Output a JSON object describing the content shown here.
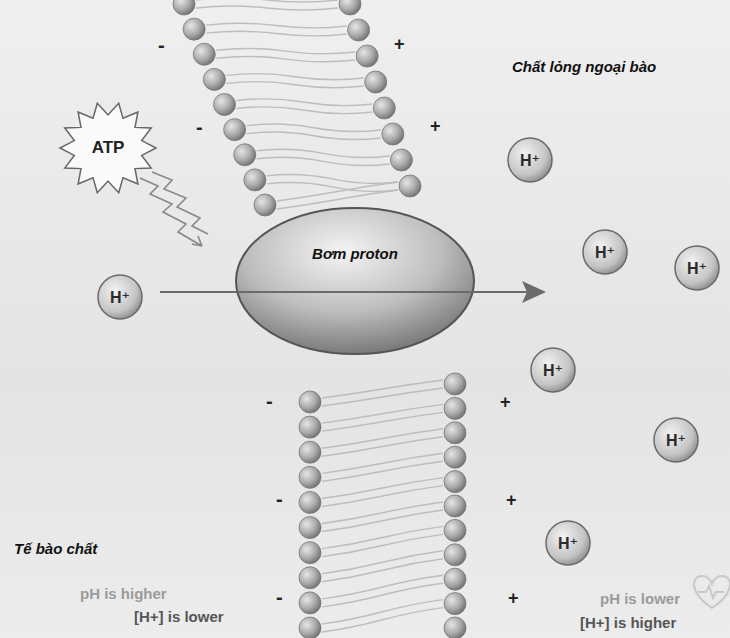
{
  "diagram": {
    "nodes": [
      {
        "text": [
          "ATP"
        ]
      },
      {
        "text": [
          "Bơm proton"
        ]
      },
      {
        "text": [
          "H⁺"
        ]
      },
      {
        "text": [
          "H⁺"
        ]
      },
      {
        "text": [
          "H⁺"
        ]
      },
      {
        "text": [
          "H⁺"
        ]
      },
      {
        "text": [
          "H⁺"
        ]
      },
      {
        "text": [
          "H⁺"
        ]
      },
      {
        "text": [
          "H⁺"
        ]
      }
    ],
    "labels": [
      "Chất lỏng ngoại bào",
      "Tế bào chất",
      "pH is higher",
      "[H+] is lower",
      "pH is lower",
      "[H+] is higher",
      "-",
      "+",
      "-",
      "+",
      "-",
      "+",
      "-",
      "+",
      "-",
      "+"
    ]
  }
}
